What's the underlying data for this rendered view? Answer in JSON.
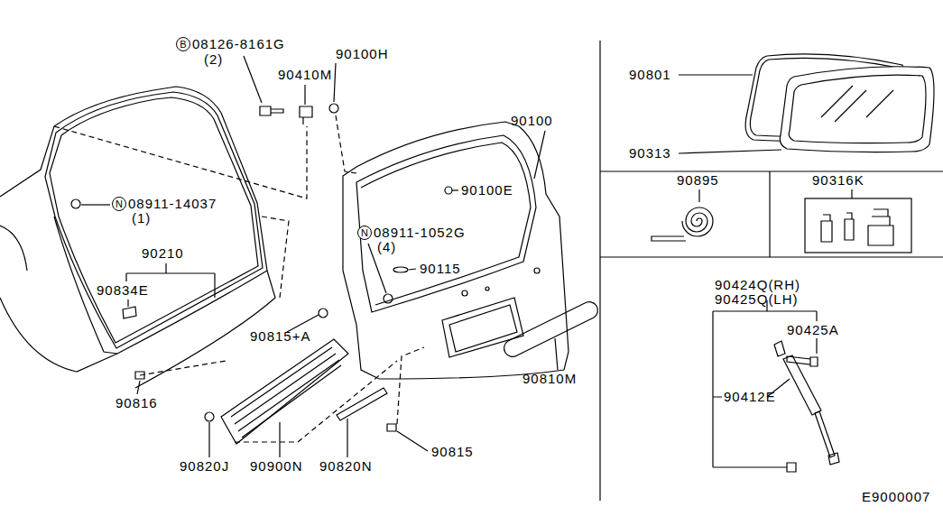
{
  "diagram": {
    "nodes": [
      {
        "text": [
          "B"
        ]
      },
      {
        "text": [
          "N"
        ]
      },
      {
        "text": [
          "N"
        ]
      }
    ],
    "labels": [
      "08126-8161G",
      "(2)",
      "90410M",
      "90100H",
      "90100",
      "90100E",
      "08911-14037",
      "(1)",
      "08911-1052G",
      "(4)",
      "90115",
      "90210",
      "90834E",
      "90815+A",
      "90816",
      "90810M",
      "90820J",
      "90900N",
      "90820N",
      "90815",
      "90801",
      "90313",
      "90895",
      "90316K",
      "90424Q(RH)",
      "90425Q(LH)",
      "90425A",
      "90412E",
      "E9000007"
    ]
  }
}
